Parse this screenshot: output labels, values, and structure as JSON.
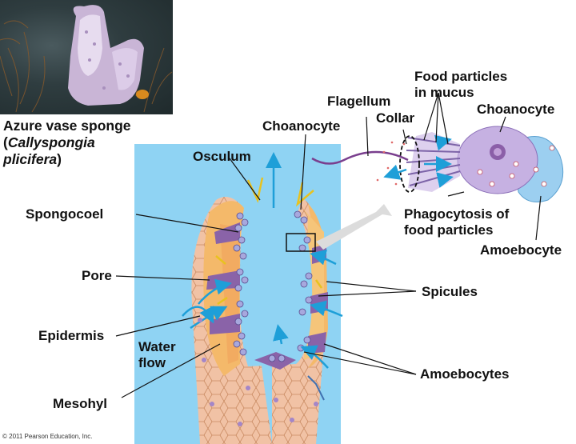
{
  "photo_caption": {
    "common_name": "Azure vase sponge",
    "scientific_name_line1": "Callyspongia",
    "scientific_name_line2": "plicifera"
  },
  "labels": {
    "osculum": "Osculum",
    "choanocyte_main": "Choanocyte",
    "spongocoel": "Spongocoel",
    "pore": "Pore",
    "epidermis": "Epidermis",
    "water_flow_line1": "Water",
    "water_flow_line2": "flow",
    "mesohyl": "Mesohyl",
    "flagellum": "Flagellum",
    "collar": "Collar",
    "food_particles_line1": "Food particles",
    "food_particles_line2": "in mucus",
    "choanocyte_inset": "Choanocyte",
    "phagocytosis_line1": "Phagocytosis of",
    "phagocytosis_line2": "food particles",
    "amoebocyte": "Amoebocyte",
    "spicules": "Spicules",
    "amoebocytes": "Amoebocytes"
  },
  "copyright": "© 2011 Pearson Education, Inc."
}
